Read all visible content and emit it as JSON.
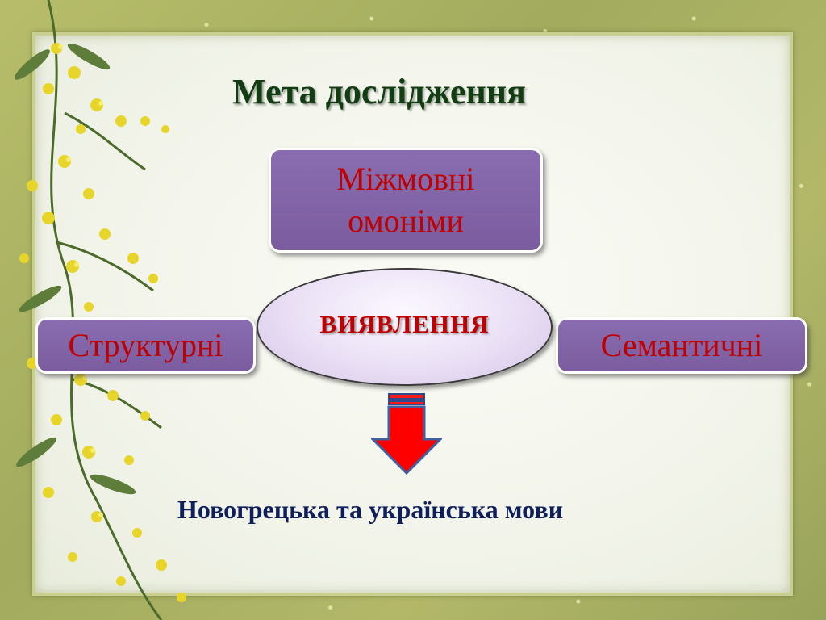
{
  "slide": {
    "title": "Мета дослідження",
    "top_box": {
      "line1": "Міжмовні",
      "line2": "омоніми"
    },
    "left_box": "Структурні",
    "right_box": "Семантичні",
    "center_ellipse": "ВИЯВЛЕННЯ",
    "bottom_text": "Новогрецька та українська мови"
  },
  "icons": {
    "arrow": "down-arrow-icon",
    "decoration": "mimosa-branch-icon"
  },
  "colors": {
    "title": "#123d12",
    "box_fill": "#8064a2",
    "box_text": "#c00000",
    "ellipse_fill": "#e6dcf2",
    "arrow_fill": "#ff0000",
    "bottom_text": "#0f1f5c",
    "frame": "#a2ab5e"
  }
}
